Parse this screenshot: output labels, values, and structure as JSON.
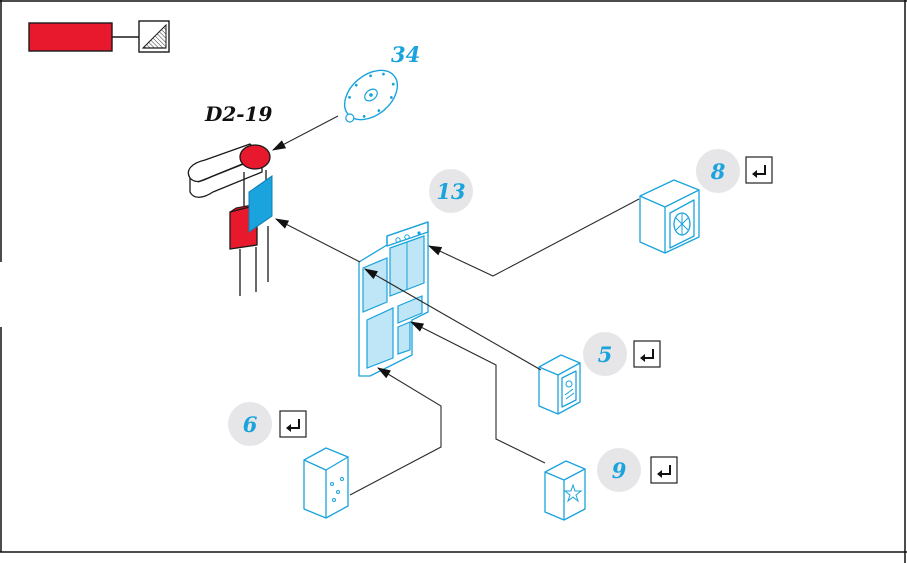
{
  "diagram": {
    "reference_label": "D2-19",
    "callouts": [
      {
        "id": "34",
        "label": "34"
      },
      {
        "id": "13",
        "label": "13"
      },
      {
        "id": "8",
        "label": "8"
      },
      {
        "id": "5",
        "label": "5"
      },
      {
        "id": "6",
        "label": "6"
      },
      {
        "id": "9",
        "label": "9"
      }
    ],
    "return_icon": "return-arrow-icon",
    "colors": {
      "accent_blue": "#1aa3dc",
      "light_blue": "#bfe6f7",
      "red": "#e8192c",
      "badge_gray": "#e6e6e8"
    }
  }
}
